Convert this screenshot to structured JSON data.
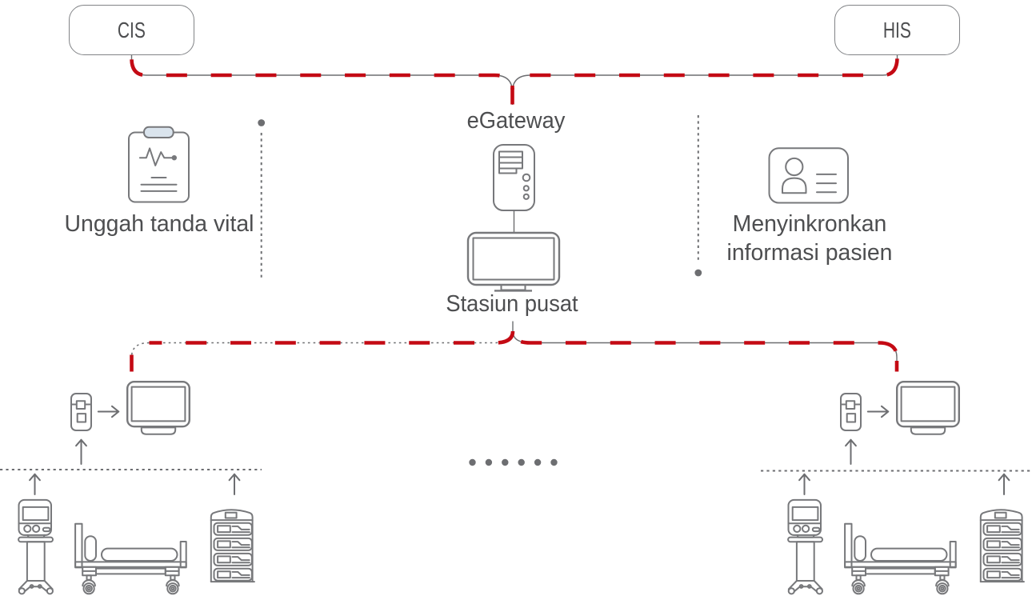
{
  "title": "eGateway patient monitoring network diagram",
  "nodes": {
    "cis": {
      "label": "CIS"
    },
    "his": {
      "label": "HIS"
    },
    "egateway": {
      "label": "eGateway"
    },
    "central_station": {
      "label": "Stasiun pusat"
    }
  },
  "annotations": {
    "upload_vitals": {
      "label": "Unggah tanda vital"
    },
    "sync_patient_info": {
      "line1": "Menyinkronkan",
      "line2": "informasi pasien"
    }
  },
  "icons": {
    "left_annotation": "vital-signs-clipboard-icon",
    "right_annotation": "patient-id-card-icon",
    "gateway": "server-tower-icon",
    "central_station": "monitor-icon",
    "bedside": [
      "telemetry-transmitter-icon",
      "bedside-monitor-icon",
      "ventilator-icon",
      "hospital-bed-icon",
      "infusion-pump-rack-icon"
    ]
  },
  "colors": {
    "red": "#c40a14",
    "line_gray": "#6d6e71",
    "icon_gray": "#77787b",
    "text_gray": "#4d4e50",
    "box_border": "#828487",
    "clip_fill": "#dae4ed"
  }
}
